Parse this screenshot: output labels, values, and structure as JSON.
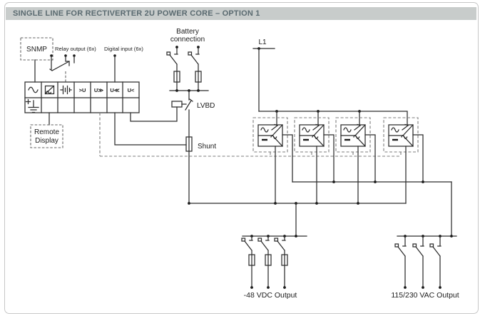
{
  "title": "SINGLE LINE FOR RECTIVERTER 2U POWER CORE – OPTION 1",
  "labels": {
    "snmp": "SNMP",
    "relay_output": "Relay output (6x)",
    "digital_input": "Digital input (6x)",
    "battery_line1": "Battery",
    "battery_line2": "connection",
    "l1": "L1",
    "lvbd": "LVBD",
    "shunt": "Shunt",
    "remote_line1": "Remote",
    "remote_line2": "Display",
    "dc_output": "-48 VDC Output",
    "ac_output": "115/230 VAC Output"
  },
  "connector_block": {
    "threshold_cells": [
      ">U",
      "U≫",
      "U≪",
      "U<"
    ],
    "symbol_cells": [
      "ac-sine-icon",
      "meter-display-icon",
      "battery-icon",
      "plus-earth-ground-icon"
    ]
  },
  "module_count": 4,
  "colors": {
    "line": "#2c2c2c",
    "dashed": "#7c7c7c",
    "title_text": "#5a6a70",
    "title_bar": "#c8cccb",
    "background": "#ffffff"
  }
}
